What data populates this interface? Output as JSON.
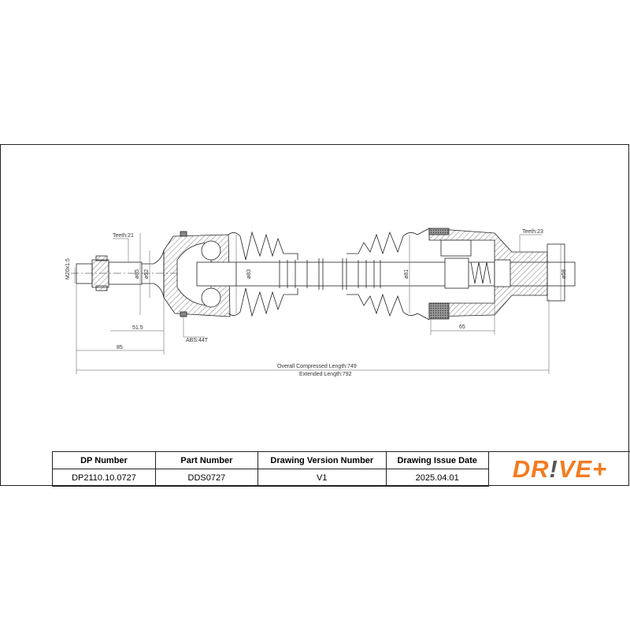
{
  "drawing": {
    "labels": {
      "thread": "M20x1.5",
      "teeth_left": "Teeth:21",
      "teeth_right": "Teeth:23",
      "d1": "ø85",
      "d2": "ø52",
      "d3": "ø83",
      "d4": "ø81",
      "d5": "ø58",
      "dim_515": "51.5",
      "dim_85": "85",
      "abs": "ABS:44T",
      "dim_65": "65",
      "overall": "Overall  Compressed  Length:749",
      "extended": "Extended  Length:792"
    }
  },
  "table": {
    "headers": [
      "DP Number",
      "Part Number",
      "Drawing Version Number",
      "Drawing Issue Date"
    ],
    "values": [
      "DP2110.10.0727",
      "DDS0727",
      "V1",
      "2025.04.01"
    ]
  },
  "logo": {
    "part1": "DR",
    "part2": "!",
    "part3": "VE+",
    "color": "#f47b20"
  }
}
